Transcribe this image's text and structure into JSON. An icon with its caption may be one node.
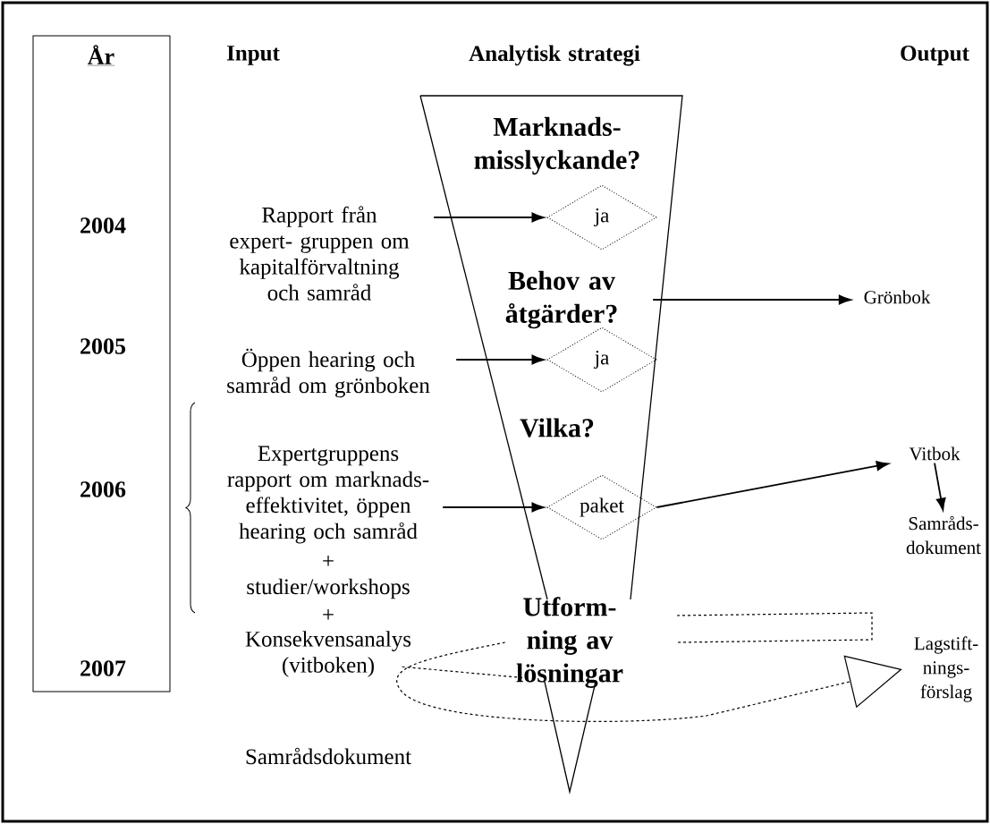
{
  "diagram": {
    "nodes": [
      {
        "text": [
          "År",
          "2004",
          "2005",
          "2006",
          "2007"
        ]
      },
      {
        "text": [],
        "shape": "triangle"
      },
      {
        "text": [
          "Marknads- misslyckande?"
        ],
        "in": 1
      },
      {
        "text": [
          "Rapport från expert- gruppen om kapitalförvaltning och samråd"
        ]
      },
      {
        "text": [
          "ja"
        ],
        "in": 1
      },
      {
        "text": [
          "Behov av åtgärder?"
        ],
        "in": 1
      },
      {
        "text": [
          "Grönbok"
        ]
      },
      {
        "text": [
          "Öppen hearing och samråd om grönboken"
        ]
      },
      {
        "text": [
          "ja"
        ],
        "in": 1
      },
      {
        "text": [
          "Vilka?"
        ],
        "in": 1
      },
      {
        "text": [
          "Expertgruppens rapport om marknads- effektivitet, öppen hearing och samråd"
        ]
      },
      {
        "text": [
          "Vitbok"
        ]
      },
      {
        "text": [
          "paket"
        ],
        "in": 1
      },
      {
        "text": [
          "Samråds- dokument"
        ]
      },
      {
        "text": [
          "Utform- ning av lösningar"
        ]
      },
      {
        "text": [
          "Lagstift- nings- förslag"
        ]
      }
    ],
    "edges": [
      {
        "from": 3,
        "to": 4,
        "arrow": "to"
      },
      {
        "from": 5,
        "to": 6,
        "arrow": "to"
      },
      {
        "from": 7,
        "to": 8,
        "arrow": "to"
      },
      {
        "from": 10,
        "to": 12,
        "arrow": "to"
      },
      {
        "from": 12,
        "to": 11,
        "arrow": "to"
      },
      {
        "from": 11,
        "to": 13,
        "arrow": "to"
      },
      {
        "from": 14,
        "to": 15,
        "arrow": "to",
        "style": "dashed"
      }
    ],
    "labels": [
      "Input",
      "Analytisk strategi",
      "Output",
      "+",
      "studier/workshops",
      "+",
      "Konsekvensanalys (vitboken)",
      "Samrådsdokument"
    ]
  }
}
